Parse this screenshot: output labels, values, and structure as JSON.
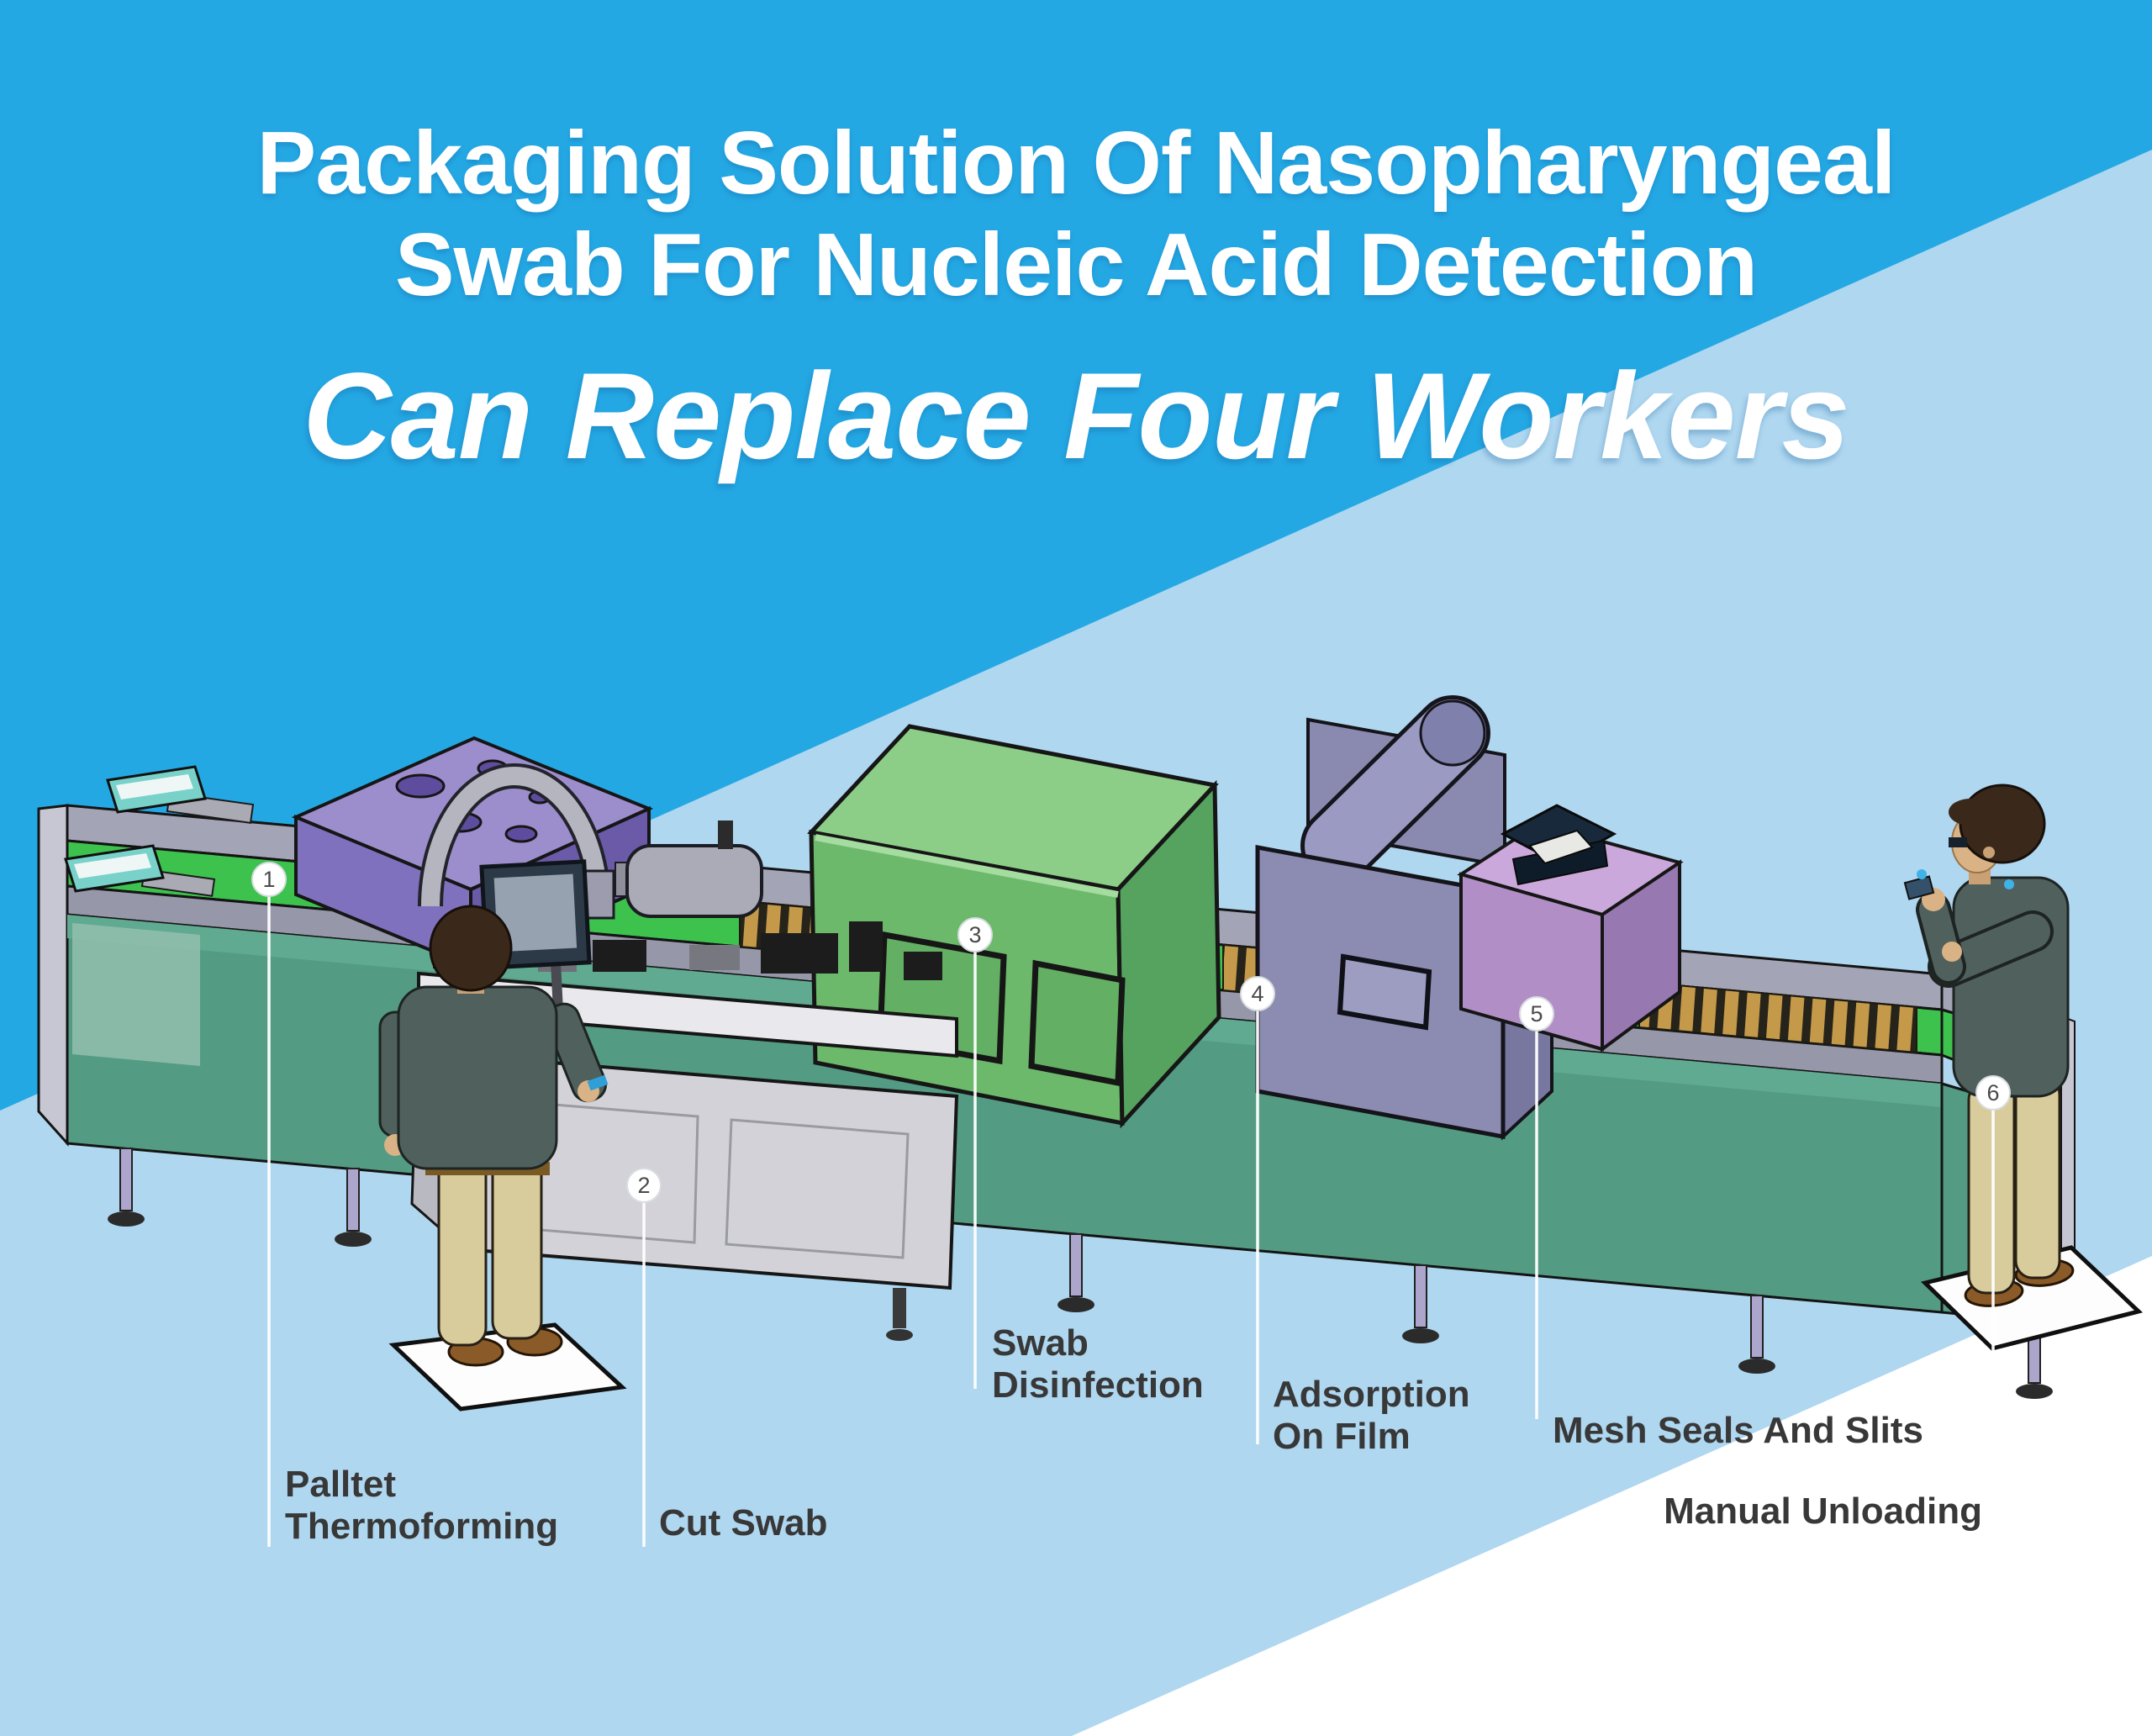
{
  "title": {
    "line1": "Packaging Solution Of Nasopharyngeal",
    "line2": "Swab For Nucleic Acid Detection",
    "subtitle": "Can Replace Four Workers"
  },
  "steps": [
    {
      "num": "1",
      "lines": [
        "Palltet",
        "Thermoforming"
      ]
    },
    {
      "num": "2",
      "lines": [
        "Cut Swab"
      ]
    },
    {
      "num": "3",
      "lines": [
        "Swab",
        "Disinfection"
      ]
    },
    {
      "num": "4",
      "lines": [
        "Adsorption",
        "On Film"
      ]
    },
    {
      "num": "5",
      "lines": [
        "Mesh Seals And Slits"
      ]
    },
    {
      "num": "6",
      "lines": [
        "Manual Unloading"
      ]
    }
  ],
  "colors": {
    "bright_blue": "#24A8E4",
    "light_blue": "#AFD7F0",
    "bottom_white": "#FFFFFF",
    "belt_green": "#3DC24E",
    "conveyor_teal": "#549B84",
    "rail_gray": "#A3A4B6",
    "thermoforming_purple": "#8071BE",
    "tunnel_green": "#6CB96C",
    "adsorption_gray_purple": "#8C8CB2",
    "mesh_seal_pink": "#B18FC6",
    "tray_gold": "#C49A4A",
    "label_text": "#383838",
    "callout_line": "#FFFFFF"
  }
}
